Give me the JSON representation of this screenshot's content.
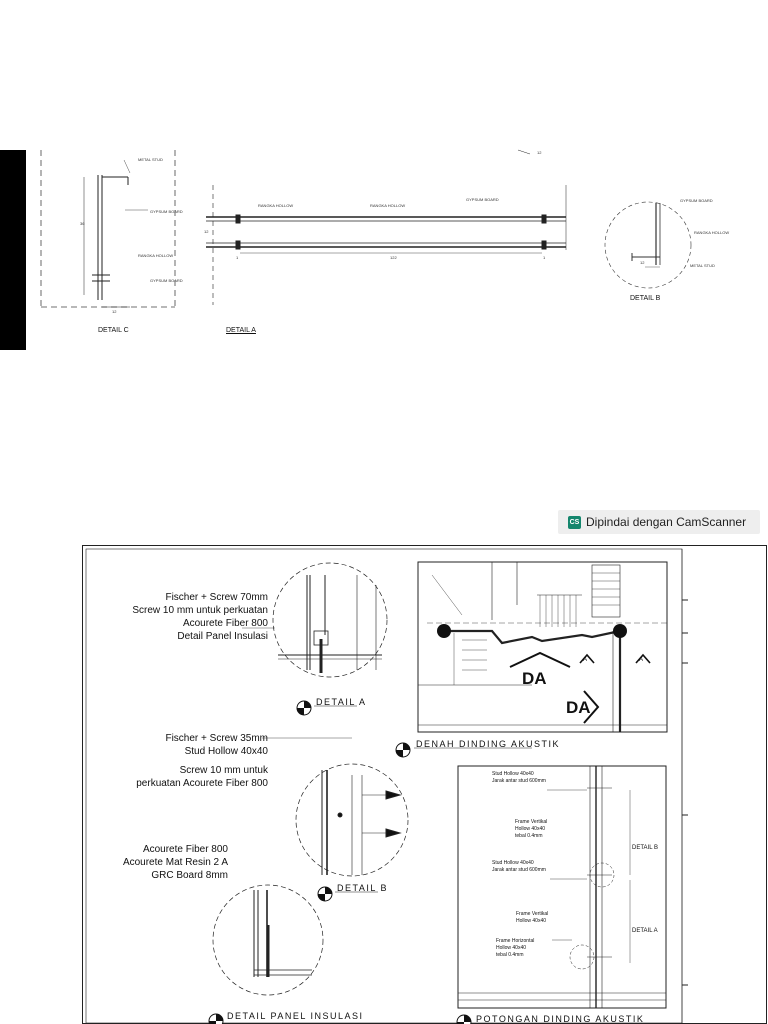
{
  "sheet_top": {
    "detail_c": {
      "title": "DETAIL C",
      "labels": [
        "METAL STUD",
        "GYPSUM BOARD",
        "RANGKA HOLLOW",
        "GYPSUM BOARD"
      ],
      "dim_height": "36",
      "dim_width": "12"
    },
    "detail_a": {
      "title": "DETAIL A",
      "labels": [
        "RANGKA HOLLOW",
        "RANGKA HOLLOW",
        "GYPSUM BOARD"
      ],
      "dim_total": "122",
      "dim_side": "12",
      "dim_end_left": "1",
      "dim_end_right": "1",
      "top_mark": "12"
    },
    "detail_b": {
      "title": "DETAIL B",
      "labels": [
        "GYPSUM BOARD",
        "RANGKA HOLLOW",
        "METAL STUD"
      ],
      "dim_width": "12"
    }
  },
  "camscanner": {
    "logo": "CS",
    "text": "Dipindai dengan CamScanner",
    "accent": "#14866d"
  },
  "sheet_bottom": {
    "notes_a": [
      "Fischer + Screw 70mm",
      "Screw 10 mm untuk perkuatan",
      "Acourete Fiber 800",
      "Detail Panel Insulasi"
    ],
    "notes_b": [
      "Fischer + Screw 35mm",
      "Stud Hollow 40x40",
      "Screw 10 mm untuk",
      "perkuatan Acourete Fiber 800"
    ],
    "notes_c": [
      "Acourete Fiber 800",
      "Acourete Mat Resin 2 A",
      "GRC Board 8mm"
    ],
    "titles": {
      "detail_a": "DETAIL A",
      "detail_b": "DETAIL B",
      "detail_panel": "DETAIL PANEL INSULASI",
      "denah": "DENAH DINDING AKUSTIK",
      "potongan": "POTONGAN DINDING AKUSTIK"
    },
    "plan_marks": [
      "DA",
      "DA",
      "A",
      "A"
    ],
    "section_labels": [
      [
        "Stud Hollow 40x40",
        "Jarak antar stud 600mm"
      ],
      [
        "Frame Vertikal",
        "Hollow 40x40",
        "tebal 0.4mm"
      ],
      [
        "Stud Hollow 40x40",
        "Jarak antar stud 600mm"
      ],
      [
        "Frame Vertikal",
        "Hollow 40x40"
      ],
      [
        "Frame Horizontal",
        "Hollow 40x40",
        "tebal 0.4mm"
      ]
    ],
    "section_callouts": [
      "DETAIL B",
      "DETAIL A"
    ]
  }
}
